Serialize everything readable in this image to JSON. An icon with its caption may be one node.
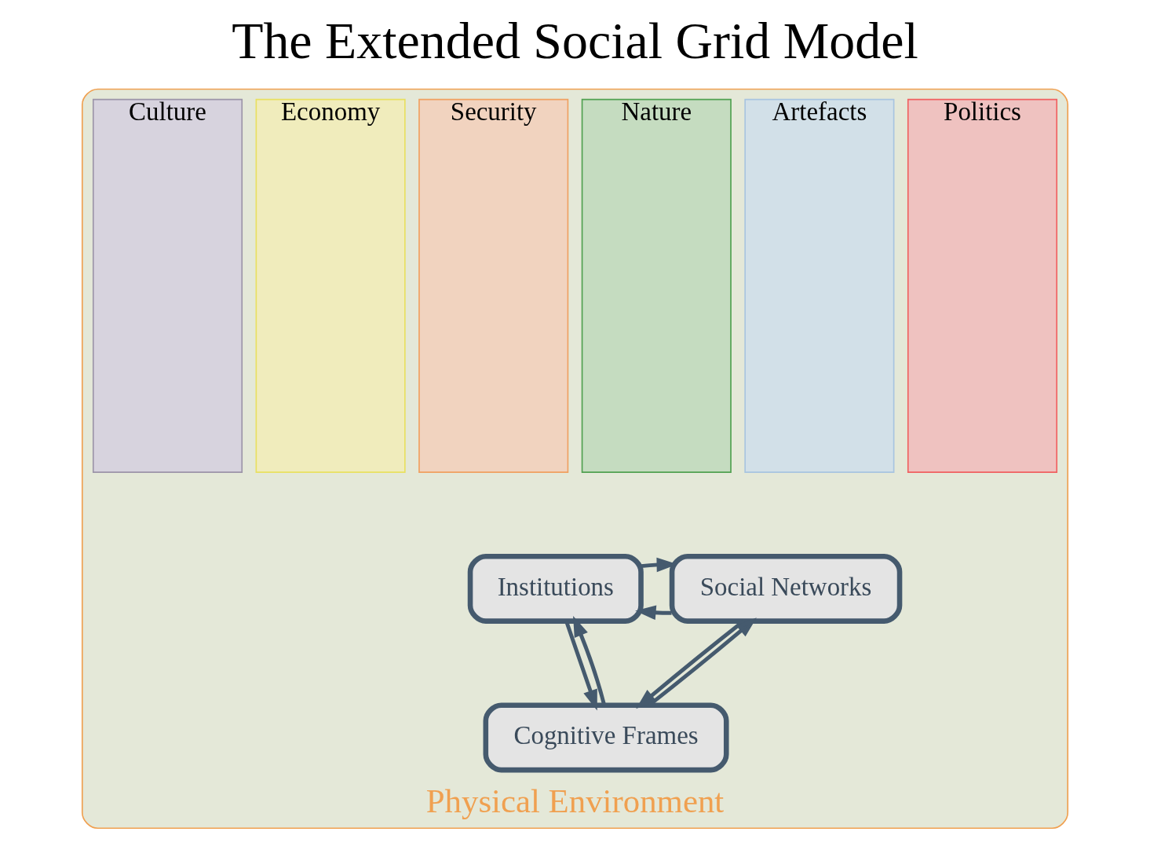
{
  "diagram": {
    "title": "The Extended Social Grid Model",
    "nodes": [
      {
        "text": [
          "Physical Environment"
        ]
      },
      {
        "text": [
          "Culture"
        ],
        "in": 0
      },
      {
        "text": [
          "Economy"
        ],
        "in": 0
      },
      {
        "text": [
          "Security"
        ],
        "in": 0
      },
      {
        "text": [
          "Nature"
        ],
        "in": 0
      },
      {
        "text": [
          "Artefacts"
        ],
        "in": 0
      },
      {
        "text": [
          "Politics"
        ],
        "in": 0
      },
      {
        "text": [
          "Institutions"
        ],
        "in": 0
      },
      {
        "text": [
          "Social Networks"
        ],
        "in": 0
      },
      {
        "text": [
          "Cognitive Frames"
        ],
        "in": 0
      }
    ],
    "edges": [
      {
        "from": 8,
        "to": 7,
        "arrow": "to"
      },
      {
        "from": 7,
        "to": 8,
        "arrow": "to"
      },
      {
        "from": 7,
        "to": 9,
        "arrow": "to"
      },
      {
        "from": 9,
        "to": 7,
        "arrow": "to"
      },
      {
        "from": 9,
        "to": 8,
        "arrow": "to"
      },
      {
        "from": 8,
        "to": 9,
        "arrow": "to"
      }
    ]
  }
}
